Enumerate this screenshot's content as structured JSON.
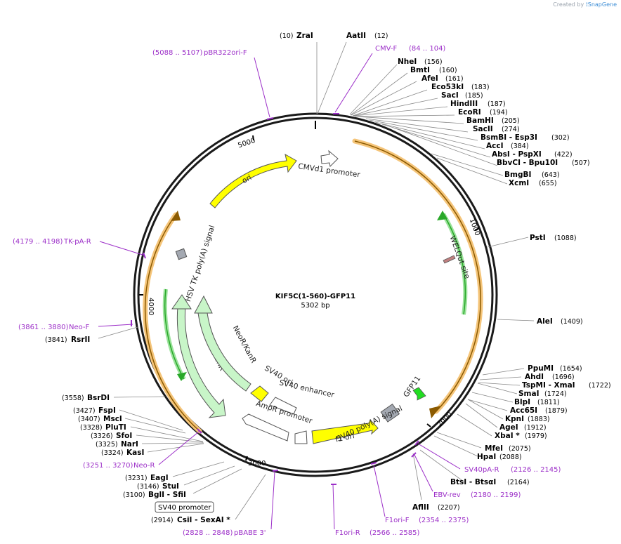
{
  "credit": {
    "prefix": "Created by",
    "brand": "SnapGene"
  },
  "plasmid": {
    "name": "KIF5C(1-560)-GFP11",
    "length": "5302 bp"
  },
  "ticks": [
    "5000",
    "1000",
    "2000",
    "3000",
    "4000"
  ],
  "features": [
    {
      "label": "CMVd1 promoter"
    },
    {
      "label": "ori"
    },
    {
      "label": "HSV TK poly(A) signal"
    },
    {
      "label": "WELQut site"
    },
    {
      "label": "NeoR/KanR"
    },
    {
      "label": "NeoR/KanR"
    },
    {
      "label": "SV40 ori"
    },
    {
      "label": "SV40 enhancer"
    },
    {
      "label": "AmpR promoter"
    },
    {
      "label": "SV40 poly(A) signal"
    },
    {
      "label": "f1 ori"
    },
    {
      "label": "GFP11"
    },
    {
      "label": "SV40 promoter"
    }
  ],
  "enzymes": [
    {
      "name": "ZraI",
      "pos": "(10)"
    },
    {
      "name": "AatII",
      "pos": "(12)"
    },
    {
      "name": "NheI",
      "pos": "(156)"
    },
    {
      "name": "BmtI",
      "pos": "(160)"
    },
    {
      "name": "AfeI",
      "pos": "(161)"
    },
    {
      "name": "Eco53kI",
      "pos": "(183)"
    },
    {
      "name": "SacI",
      "pos": "(185)"
    },
    {
      "name": "HindIII",
      "pos": "(187)"
    },
    {
      "name": "EcoRI",
      "pos": "(194)"
    },
    {
      "name": "BamHI",
      "pos": "(205)"
    },
    {
      "name": "SacII",
      "pos": "(274)"
    },
    {
      "name": "BsmBI - Esp3I",
      "pos": "(302)"
    },
    {
      "name": "AccI",
      "pos": "(384)"
    },
    {
      "name": "AbsI - PspXI",
      "pos": "(422)"
    },
    {
      "name": "BbvCI - Bpu10I",
      "pos": "(507)"
    },
    {
      "name": "BmgBI",
      "pos": "(643)"
    },
    {
      "name": "XcmI",
      "pos": "(655)"
    },
    {
      "name": "PstI",
      "pos": "(1088)"
    },
    {
      "name": "AleI",
      "pos": "(1409)"
    },
    {
      "name": "PpuMI",
      "pos": "(1654)"
    },
    {
      "name": "AhdI",
      "pos": "(1696)"
    },
    {
      "name": "TspMI - XmaI",
      "pos": "(1722)"
    },
    {
      "name": "SmaI",
      "pos": "(1724)"
    },
    {
      "name": "BlpI",
      "pos": "(1811)"
    },
    {
      "name": "Acc65I",
      "pos": "(1879)"
    },
    {
      "name": "KpnI",
      "pos": "(1883)"
    },
    {
      "name": "AgeI",
      "pos": "(1912)"
    },
    {
      "name": "XbaI *",
      "pos": "(1979)"
    },
    {
      "name": "MfeI",
      "pos": "(2075)"
    },
    {
      "name": "HpaI",
      "pos": "(2088)"
    },
    {
      "name": "BtsI - BtsαI",
      "pos": "(2164)"
    },
    {
      "name": "AflII",
      "pos": "(2207)"
    },
    {
      "name": "CsiI - SexAI *",
      "pos": "(2914)"
    },
    {
      "name": "BglI - SfiI",
      "pos": "(3100)"
    },
    {
      "name": "StuI",
      "pos": "(3146)"
    },
    {
      "name": "EagI",
      "pos": "(3231)"
    },
    {
      "name": "KasI",
      "pos": "(3324)"
    },
    {
      "name": "NarI",
      "pos": "(3325)"
    },
    {
      "name": "SfoI",
      "pos": "(3326)"
    },
    {
      "name": "PluTI",
      "pos": "(3328)"
    },
    {
      "name": "MscI",
      "pos": "(3407)"
    },
    {
      "name": "FspI",
      "pos": "(3427)"
    },
    {
      "name": "BsrDI",
      "pos": "(3558)"
    },
    {
      "name": "RsrII",
      "pos": "(3841)"
    }
  ],
  "primers": [
    {
      "name": "CMV-F",
      "range": "(84 .. 104)"
    },
    {
      "name": "pBR322ori-F",
      "range": "(5088 .. 5107)"
    },
    {
      "name": "TK-pA-R",
      "range": "(4179 .. 4198)"
    },
    {
      "name": "Neo-F",
      "range": "(3861 .. 3880)"
    },
    {
      "name": "Neo-R",
      "range": "(3251 .. 3270)"
    },
    {
      "name": "SV40pA-R",
      "range": "(2126 .. 2145)"
    },
    {
      "name": "EBV-rev",
      "range": "(2180 .. 2199)"
    },
    {
      "name": "F1ori-F",
      "range": "(2354 .. 2375)"
    },
    {
      "name": "F1ori-R",
      "range": "(2566 .. 2585)"
    },
    {
      "name": "pBABE 3'",
      "range": "(2828 .. 2848)"
    }
  ],
  "colors": {
    "backbone": "#1a1a1a",
    "ori": "#ffff00",
    "neo": "#c8f5c8",
    "orf_outline": "#f5c57a",
    "orf_line": "#8b5a00",
    "green_arrow": "#29a829",
    "primer": "#9c2fc8",
    "pa_box": "#a4a9b2",
    "gfp11": "#22dd22",
    "white": "#ffffff"
  }
}
